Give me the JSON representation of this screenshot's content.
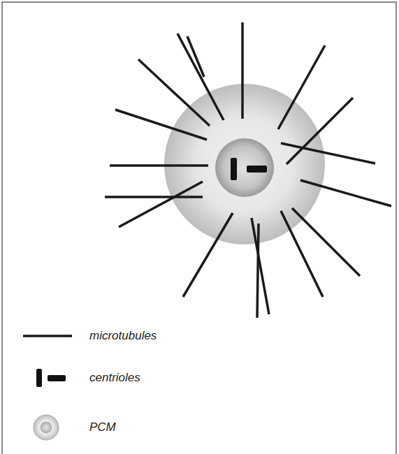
{
  "diagram": {
    "legend": [
      {
        "text": "microtubules"
      },
      {
        "text": "centrioles"
      },
      {
        "text": "PCM"
      }
    ]
  }
}
